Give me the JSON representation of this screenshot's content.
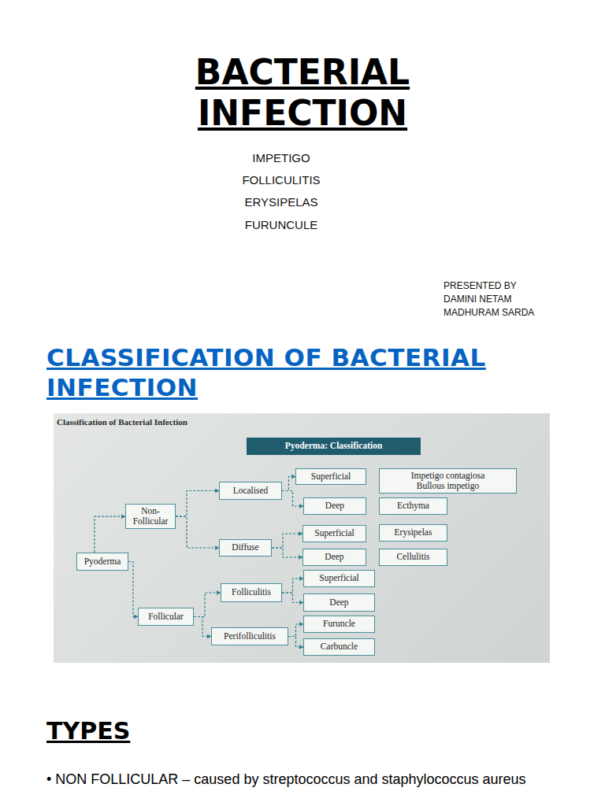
{
  "diagram": {
    "title": "BACTERIAL INFECTION",
    "nodes": [
      {
        "text": [
          "Pyoderma: Classification"
        ]
      },
      {
        "text": [
          "Pyoderma"
        ]
      },
      {
        "text": [
          "Non-Follicular"
        ]
      },
      {
        "text": [
          "Follicular"
        ]
      },
      {
        "text": [
          "Localised"
        ]
      },
      {
        "text": [
          "Diffuse"
        ]
      },
      {
        "text": [
          "Folliculitis"
        ]
      },
      {
        "text": [
          "Perifolliculitis"
        ]
      },
      {
        "text": [
          "Superficial"
        ]
      },
      {
        "text": [
          "Deep"
        ]
      },
      {
        "text": [
          "Superficial"
        ]
      },
      {
        "text": [
          "Deep"
        ]
      },
      {
        "text": [
          "Superficial"
        ]
      },
      {
        "text": [
          "Deep"
        ]
      },
      {
        "text": [
          "Furuncle"
        ]
      },
      {
        "text": [
          "Carbuncle"
        ]
      },
      {
        "text": [
          "Impetigo contagiosa",
          "Bullous impetigo"
        ]
      },
      {
        "text": [
          "Ecthyma"
        ]
      },
      {
        "text": [
          "Erysipelas"
        ]
      },
      {
        "text": [
          "Cellulitis"
        ]
      }
    ],
    "edges": [
      {
        "from": 1,
        "to": 2,
        "arrow": "to"
      },
      {
        "from": 1,
        "to": 3,
        "arrow": "to"
      },
      {
        "from": 2,
        "to": 4,
        "arrow": "to"
      },
      {
        "from": 2,
        "to": 5,
        "arrow": "to"
      },
      {
        "from": 4,
        "to": 8,
        "arrow": "to"
      },
      {
        "from": 4,
        "to": 9,
        "arrow": "to"
      },
      {
        "from": 5,
        "to": 10,
        "arrow": "to"
      },
      {
        "from": 5,
        "to": 11,
        "arrow": "to"
      },
      {
        "from": 3,
        "to": 6,
        "arrow": "to"
      },
      {
        "from": 3,
        "to": 7,
        "arrow": "to"
      },
      {
        "from": 6,
        "to": 12,
        "arrow": "to"
      },
      {
        "from": 6,
        "to": 13,
        "arrow": "to"
      },
      {
        "from": 7,
        "to": 14,
        "arrow": "to"
      },
      {
        "from": 7,
        "to": 15,
        "arrow": "to"
      }
    ],
    "labels": [
      "IMPETIGO",
      "FOLLICULITIS",
      "ERYSIPELAS",
      "FURUNCULE",
      "PRESENTED BY",
      "DAMINI NETAM",
      "MADHURAM SARDA",
      "CLASSIFICATION OF BACTERIAL INFECTION",
      "Classification of Bacterial Infection",
      "TYPES",
      "• NON FOLLICULAR – caused by streptococcus and staphylococcus aureus"
    ]
  }
}
